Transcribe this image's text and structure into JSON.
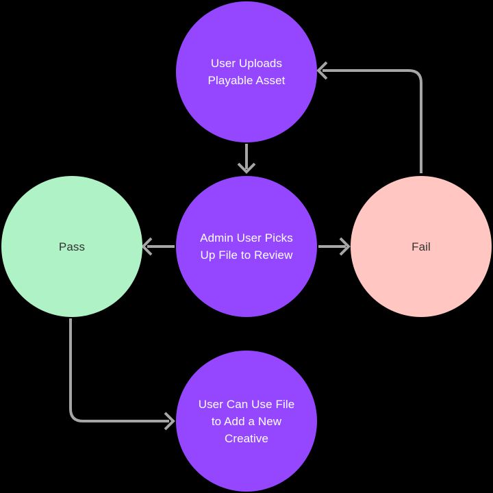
{
  "diagram": {
    "type": "flowchart",
    "nodes": {
      "upload": {
        "label": "User Uploads\nPlayable Asset",
        "shape": "circle",
        "color": "#9447FF"
      },
      "review": {
        "label": "Admin User Picks\nUp File to Review",
        "shape": "circle",
        "color": "#9447FF"
      },
      "pass": {
        "label": "Pass",
        "shape": "circle",
        "color": "#AFF2C5"
      },
      "fail": {
        "label": "Fail",
        "shape": "circle",
        "color": "#FFC6C2"
      },
      "use_file": {
        "label": "User Can Use File\nto Add a New\nCreative",
        "shape": "circle",
        "color": "#9447FF"
      }
    },
    "edges": [
      {
        "from": "upload",
        "to": "review"
      },
      {
        "from": "review",
        "to": "pass"
      },
      {
        "from": "review",
        "to": "fail"
      },
      {
        "from": "fail",
        "to": "upload"
      },
      {
        "from": "pass",
        "to": "use_file"
      }
    ]
  },
  "colors": {
    "background": "#000000",
    "node_purple": "#9447FF",
    "node_green": "#AFF2C5",
    "node_pink": "#FFC6C2",
    "connector": "#A6A6A6",
    "text_on_purple": "#FFFFFF",
    "text_on_light": "#333333"
  }
}
